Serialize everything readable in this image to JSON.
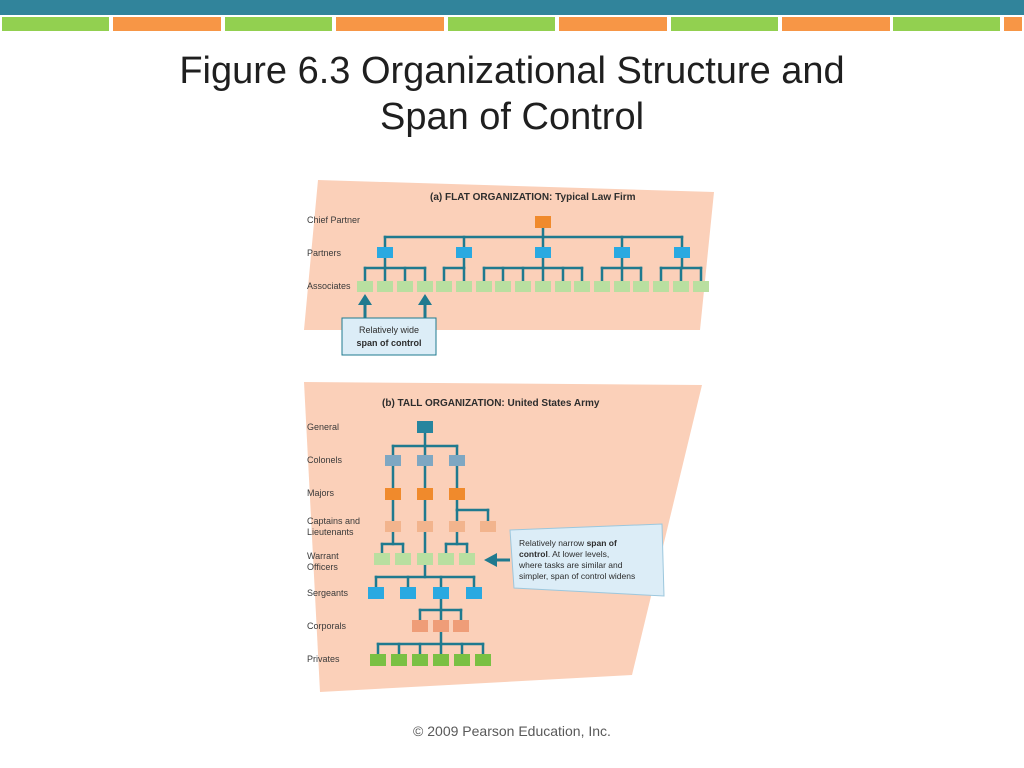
{
  "slide": {
    "title_line1": "Figure 6.3 Organizational Structure and",
    "title_line2": "Span of Control",
    "footer": "© 2009 Pearson Education, Inc."
  },
  "colors": {
    "teal": "#31849b",
    "green": "#92d050",
    "orange": "#f79646",
    "panel_peach": "#fbd0b9",
    "line_teal": "#1f7a8f",
    "box_orange": "#f08a2c",
    "box_blue": "#29a9e1",
    "box_lightgreen": "#b9dfa0",
    "box_slateblue": "#7ea7c2",
    "box_darkteal": "#26859e",
    "box_peach": "#f2b48d",
    "box_salmon": "#ef9d78",
    "box_green": "#7ac043",
    "callout_fill": "#dcedf7"
  },
  "diagram": {
    "flat": {
      "title": "(a) FLAT ORGANIZATION: Typical Law Firm",
      "levels": [
        "Chief Partner",
        "Partners",
        "Associates"
      ],
      "callout_line1": "Relatively wide",
      "callout_line2": "span of control"
    },
    "tall": {
      "title": "(b) TALL ORGANIZATION: United States Army",
      "levels": [
        "General",
        "Colonels",
        "Majors",
        "Captains and",
        "Lieutenants",
        "Warrant",
        "Officers",
        "Sergeants",
        "Corporals",
        "Privates"
      ],
      "callout_line1_a": "Relatively narrow ",
      "callout_line1_b": "span of",
      "callout_line2_a": "control",
      "callout_line2_b": ". At lower levels,",
      "callout_line3": "where tasks are similar and",
      "callout_line4": "simpler, span of control widens"
    }
  }
}
